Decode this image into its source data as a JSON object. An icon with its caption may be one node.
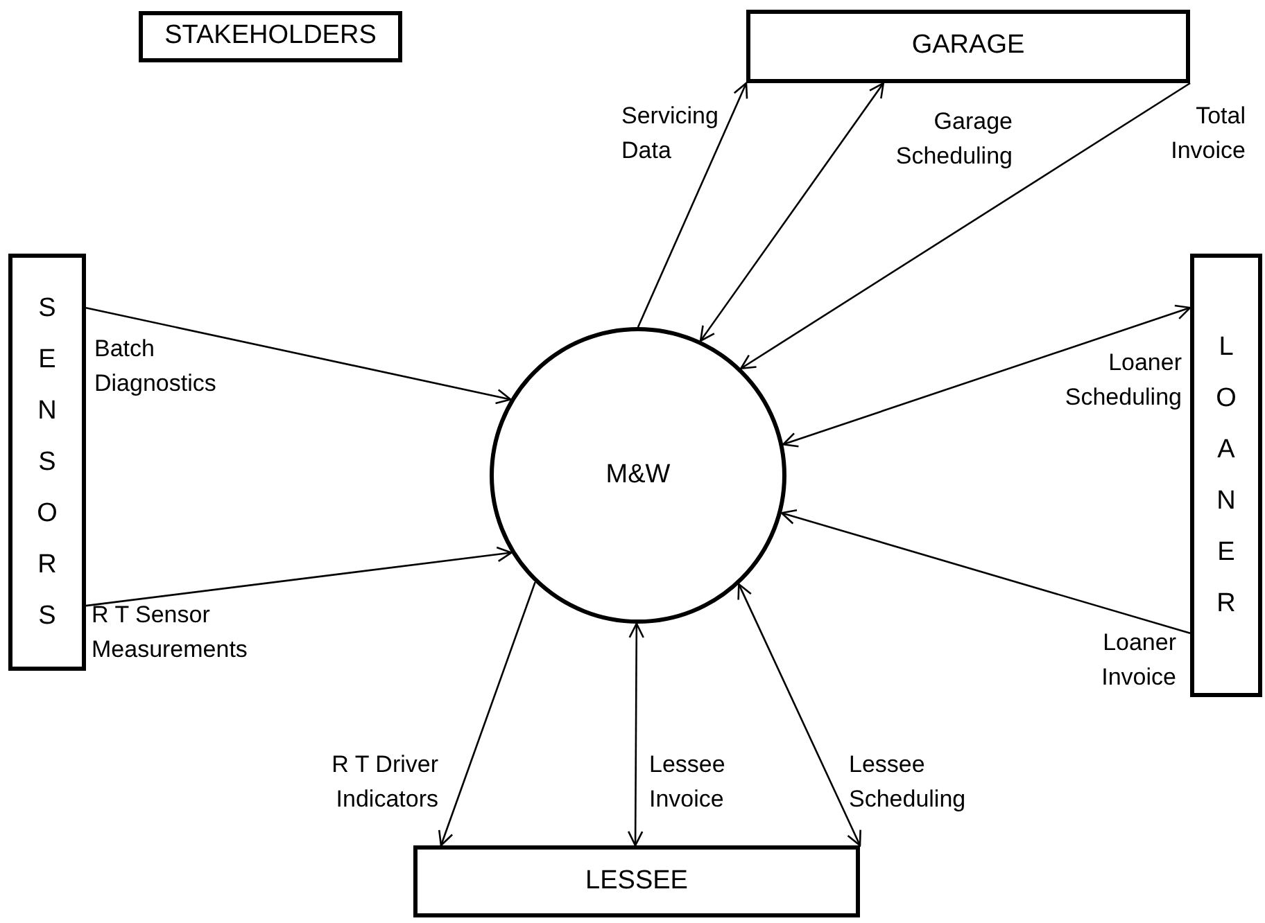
{
  "diagram": {
    "nodes": [
      {
        "text": [
          "STAKEHOLDERS"
        ]
      },
      {
        "text": [
          "GARAGE"
        ]
      },
      {
        "text": [
          "SENSORS"
        ]
      },
      {
        "text": [
          "M&W"
        ]
      },
      {
        "text": [
          "LOANER"
        ]
      },
      {
        "text": [
          "LESSEE"
        ]
      }
    ],
    "edges": [
      {
        "from": 2,
        "to": 3,
        "arrow": "to",
        "label": "Batch Diagnostics"
      },
      {
        "from": 2,
        "to": 3,
        "arrow": "to",
        "label": "R T Sensor Measurements"
      },
      {
        "from": 3,
        "to": 1,
        "arrow": "to",
        "label": "Servicing Data"
      },
      {
        "from": 1,
        "to": 3,
        "arrow": "both",
        "label": "Garage Scheduling"
      },
      {
        "from": 1,
        "to": 3,
        "arrow": "to",
        "label": "Total Invoice"
      },
      {
        "from": 4,
        "to": 3,
        "arrow": "both",
        "label": "Loaner Scheduling"
      },
      {
        "from": 4,
        "to": 3,
        "arrow": "to",
        "label": "Loaner Invoice"
      },
      {
        "from": 3,
        "to": 5,
        "arrow": "to",
        "label": "R T Driver Indicators"
      },
      {
        "from": 3,
        "to": 5,
        "arrow": "both",
        "label": "Lessee Invoice"
      },
      {
        "from": 3,
        "to": 5,
        "arrow": "both",
        "label": "Lessee Scheduling"
      }
    ]
  }
}
